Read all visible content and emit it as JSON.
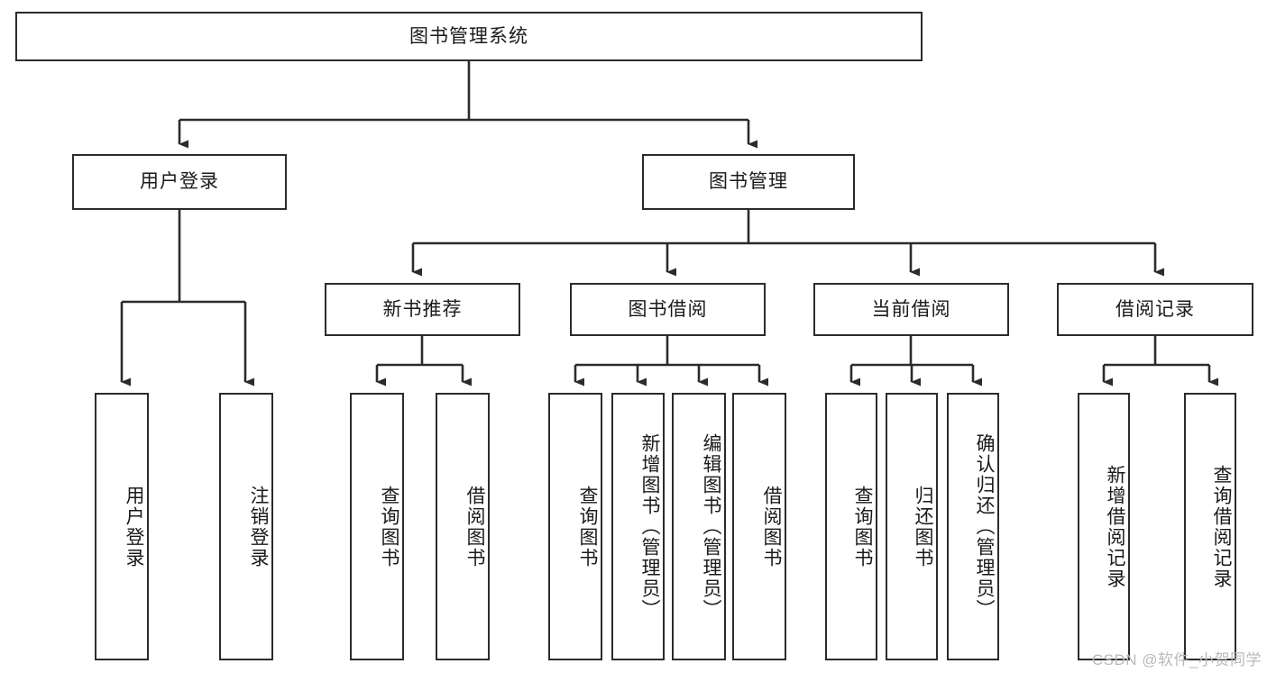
{
  "diagram": {
    "title": "图书管理系统",
    "type": "hierarchy-tree",
    "background_color": "#ffffff",
    "border_color": "#2b2b2b",
    "text_color": "#1a1a1a"
  },
  "root": {
    "label": "图书管理系统"
  },
  "level2": [
    {
      "label": "用户登录"
    },
    {
      "label": "图书管理"
    }
  ],
  "level3": [
    {
      "label": "新书推荐"
    },
    {
      "label": "图书借阅"
    },
    {
      "label": "当前借阅"
    },
    {
      "label": "借阅记录"
    }
  ],
  "leaves": {
    "user_login": [
      {
        "label": "用户登录"
      },
      {
        "label": "注销登录"
      }
    ],
    "new_book": [
      {
        "label": "查询图书"
      },
      {
        "label": "借阅图书"
      }
    ],
    "book_borrow": [
      {
        "label": "查询图书"
      },
      {
        "label": "新增图书（管理员）"
      },
      {
        "label": "编辑图书（管理员）"
      },
      {
        "label": "借阅图书"
      }
    ],
    "current_borrow": [
      {
        "label": "查询图书"
      },
      {
        "label": "归还图书"
      },
      {
        "label": "确认归还（管理员）"
      }
    ],
    "borrow_record": [
      {
        "label": "新增借阅记录"
      },
      {
        "label": "查询借阅记录"
      }
    ]
  },
  "watermark": {
    "text": "CSDN @软件_小贺同学"
  }
}
